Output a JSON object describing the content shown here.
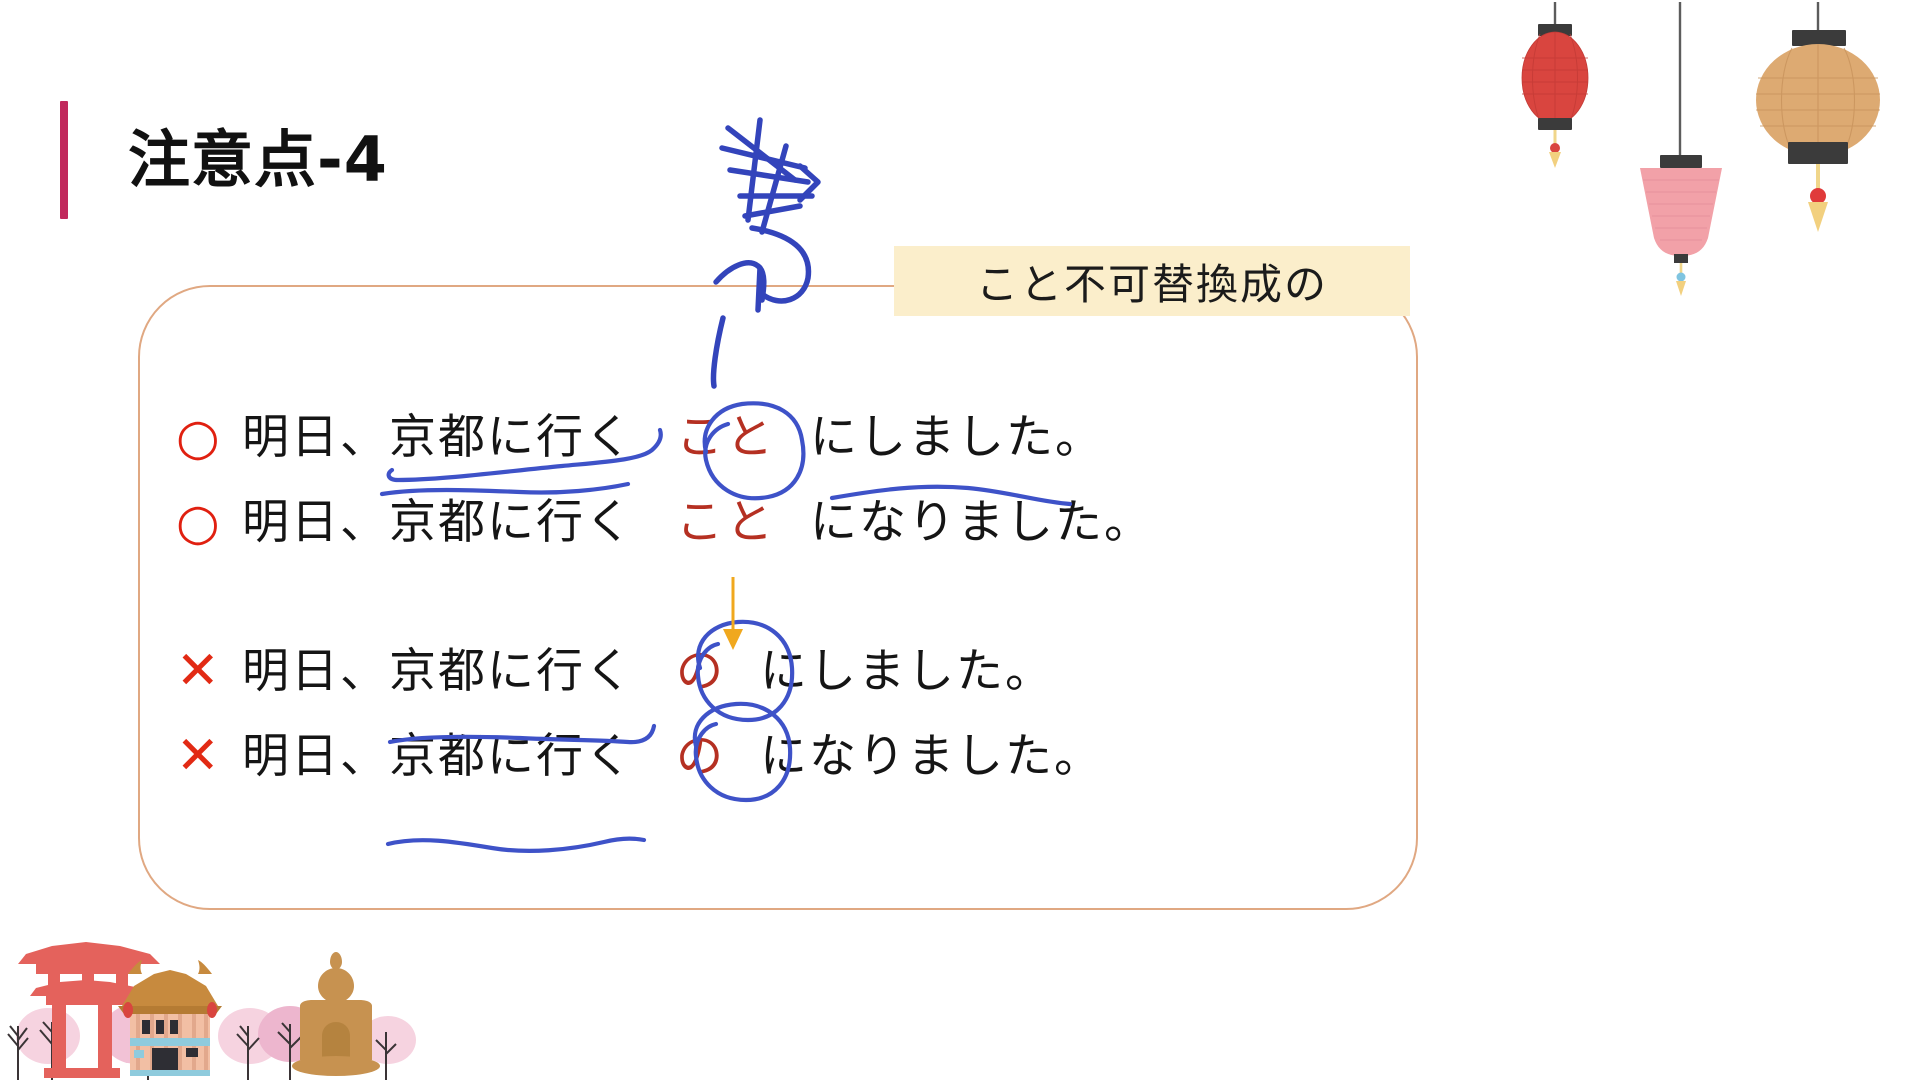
{
  "slide": {
    "title": "注意点-4",
    "accent_color": "#c1285c",
    "box_border_color": "#e0a882",
    "background": "#ffffff"
  },
  "highlight_tag": {
    "text": "こと不可替換成の",
    "background": "#fbeecb",
    "text_color": "#1b1b1b"
  },
  "rows": [
    {
      "mark": "○",
      "mark_type": "circle",
      "mark_color": "#e02010",
      "clause": "明日、京都に行く",
      "particle": "こと",
      "particle_color": "#b53022",
      "tail": "にしました。",
      "particle_circled": true,
      "underlined": true
    },
    {
      "mark": "○",
      "mark_type": "circle",
      "mark_color": "#e02010",
      "clause": "明日、京都に行く",
      "particle": "こと",
      "particle_color": "#b53022",
      "tail": "になりました。",
      "particle_circled": false,
      "underlined": true
    },
    {
      "mark": "✕",
      "mark_type": "cross",
      "mark_color": "#e22a14",
      "clause": "明日、京都に行く",
      "particle": "の",
      "particle_color": "#b53022",
      "tail": "にしました。",
      "particle_circled": true,
      "underlined": true
    },
    {
      "mark": "✕",
      "mark_type": "cross",
      "mark_color": "#e22a14",
      "clause": "明日、京都に行く",
      "particle": "の",
      "particle_color": "#b53022",
      "tail": "になりました。",
      "particle_circled": true,
      "underlined": true
    }
  ],
  "annotations": {
    "ink_color": "#3344bb",
    "arrow_color": "#f0a81e",
    "handwritten_scribble": "事",
    "arrow_direction": "down"
  },
  "decorations": {
    "lanterns": [
      {
        "name": "red-oval-lantern",
        "color": "#d9453f"
      },
      {
        "name": "pink-trapezoid-lantern",
        "color": "#f2a1a8"
      },
      {
        "name": "tan-round-lantern",
        "color": "#ddaa72"
      }
    ],
    "scene": [
      {
        "name": "torii-gate",
        "color": "#e4625c"
      },
      {
        "name": "temple-building",
        "color": "#c78a3e"
      },
      {
        "name": "buddha-statue",
        "color": "#c79250"
      },
      {
        "name": "cherry-blossom-tree",
        "color": "#f3c8d8"
      }
    ]
  }
}
